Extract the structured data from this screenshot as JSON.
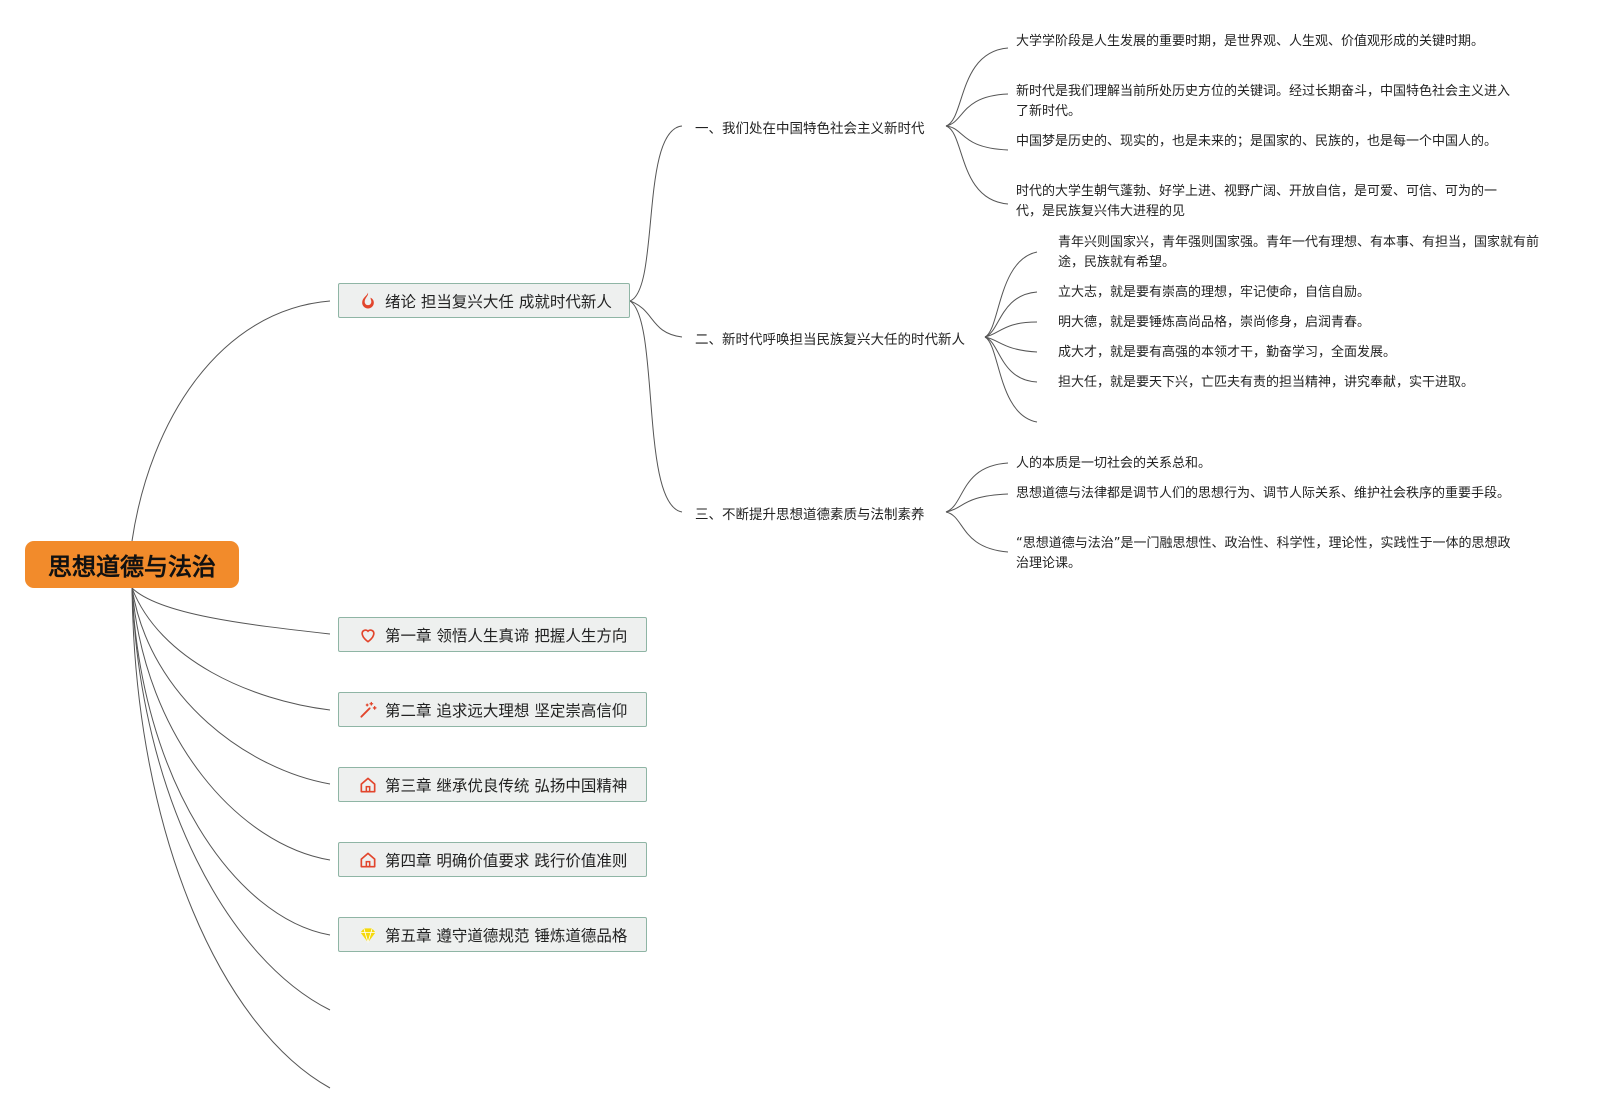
{
  "root": {
    "title": "思想道德与法治"
  },
  "intro": {
    "label": "绪论 担当复兴大任 成就时代新人",
    "icon": "fire-icon",
    "sections": [
      {
        "label": "一、我们处在中国特色社会主义新时代",
        "points": [
          "大学学阶段是人生发展的重要时期，是世界观、人生观、价值观形成的关键时期。",
          "新时代是我们理解当前所处历史方位的关键词。经过长期奋斗，中国特色社会主义进入了新时代。",
          "中国梦是历史的、现实的，也是未来的；是国家的、民族的，也是每一个中国人的。",
          "时代的大学生朝气蓬勃、好学上进、视野广阔、开放自信，是可爱、可信、可为的一代，是民族复兴伟大进程的见"
        ]
      },
      {
        "label": "二、新时代呼唤担当民族复兴大任的时代新人",
        "points": [
          "青年兴则国家兴，青年强则国家强。青年一代有理想、有本事、有担当，国家就有前途，民族就有希望。",
          "立大志，就是要有崇高的理想，牢记使命，自信自励。",
          "明大德，就是要锤炼高尚品格，崇尚修身，启润青春。",
          "成大才，就是要有高强的本领才干，勤奋学习，全面发展。",
          "担大任，就是要天下兴，亡匹夫有责的担当精神，讲究奉献，实干进取。"
        ]
      },
      {
        "label": "三、不断提升思想道德素质与法制素养",
        "points": [
          "人的本质是一切社会的关系总和。",
          "思想道德与法律都是调节人们的思想行为、调节人际关系、维护社会秩序的重要手段。",
          "“思想道德与法治”是一门融思想性、政治性、科学性，理论性，实践性于一体的思想政治理论课。"
        ]
      }
    ]
  },
  "chapters": [
    {
      "label": "第一章 领悟人生真谛 把握人生方向",
      "icon": "heart-icon"
    },
    {
      "label": "第二章 追求远大理想 坚定崇高信仰",
      "icon": "magic-wand-icon"
    },
    {
      "label": "第三章 继承优良传统 弘扬中国精神",
      "icon": "house-icon"
    },
    {
      "label": "第四章 明确价值要求 践行价值准则",
      "icon": "house-icon"
    },
    {
      "label": "第五章 遵守道德规范 锤炼道德品格",
      "icon": "gem-icon"
    }
  ],
  "colors": {
    "root_fill": "#f28b2b",
    "chapter_fill": "#eef0ef",
    "chapter_border": "#8fb5a5",
    "link": "#555555",
    "icon_red": "#e2452c",
    "icon_gem": "#f5d90a"
  }
}
